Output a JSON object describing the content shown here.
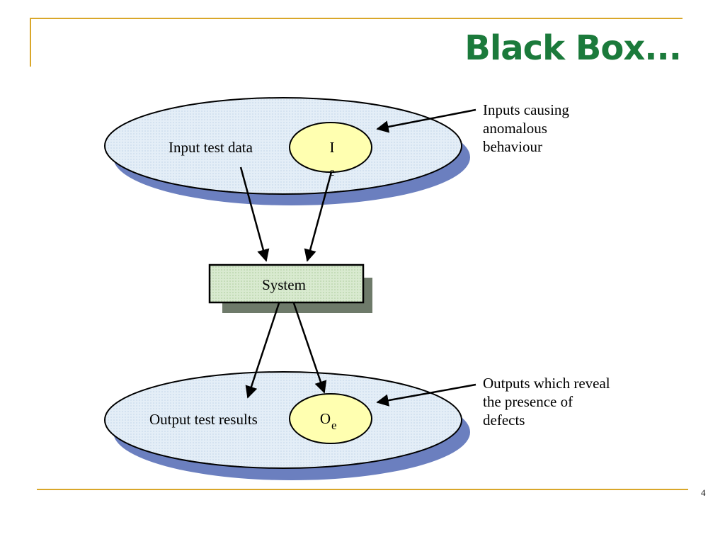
{
  "slide": {
    "title": "Black Box...",
    "page_number": "4"
  },
  "diagram": {
    "input_set_label": "Input test data",
    "input_subset_label": "I",
    "input_subset_subscript": "e",
    "system_label": "System",
    "output_set_label": "Output test results",
    "output_subset_label": "O",
    "output_subset_subscript": "e",
    "input_note": "Inputs causing\nanomalous\nbehaviour",
    "output_note": "Outputs which reveal\nthe presence of\ndefects"
  },
  "colors": {
    "title": "#1b7a3b",
    "accent_rule": "#d9a72a",
    "ellipse_fill": "#e4eef7",
    "ellipse_shadow": "#6b7fbf",
    "subset_fill": "#ffffb0",
    "system_fill": "#d6e8cc",
    "system_shadow": "#6e7a6a"
  }
}
